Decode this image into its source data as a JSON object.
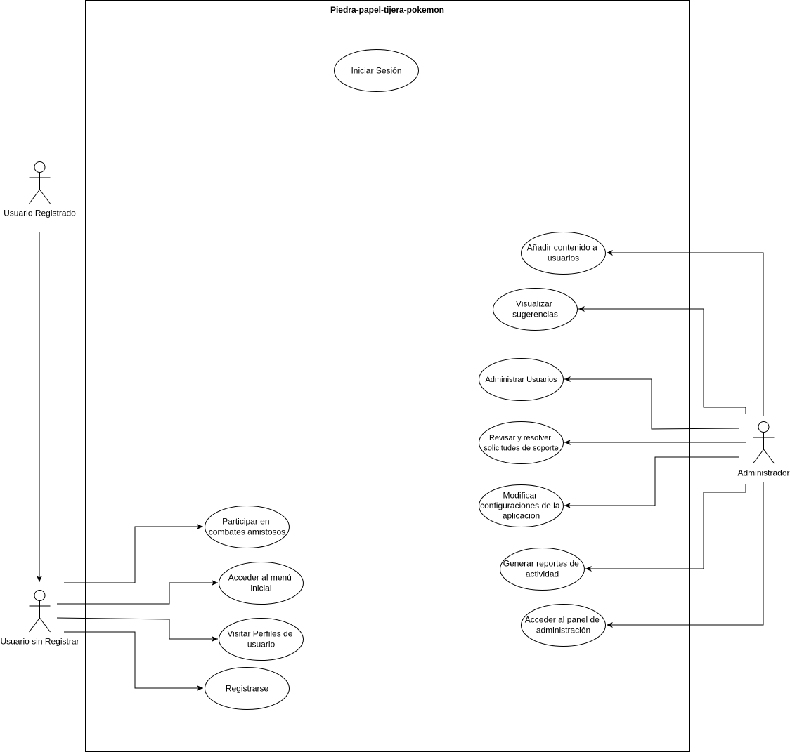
{
  "system": {
    "title": "Piedra-papel-tijera-pokemon"
  },
  "actors": {
    "registered": "Usuario Registrado",
    "unregistered": "Usuario sin Registrar",
    "admin": "Administrador"
  },
  "use_cases": {
    "login": [
      "Iniciar Sesión"
    ],
    "add_content": [
      "Añadir contenido a",
      "usuarios"
    ],
    "view_suggestions": [
      "Visualizar",
      "sugerencias"
    ],
    "manage_users": [
      "Administrar Usuarios"
    ],
    "support_requests": [
      "Revisar y resolver",
      "solicitudes de soporte"
    ],
    "modify_config": [
      "Modificar",
      "configuraciones de la",
      "aplicacion"
    ],
    "activity_reports": [
      "Generar reportes de",
      "actividad"
    ],
    "admin_panel": [
      "Acceder al panel de",
      "administración"
    ],
    "friendly_battles": [
      "Participar en",
      "combates amistosos"
    ],
    "main_menu": [
      "Acceder al menú",
      "inicial"
    ],
    "visit_profiles": [
      "Visitar Perfiles de",
      "usuario"
    ],
    "register": [
      "Registrarse"
    ]
  },
  "colors": {
    "stroke": "#000000",
    "fill": "#ffffff"
  }
}
